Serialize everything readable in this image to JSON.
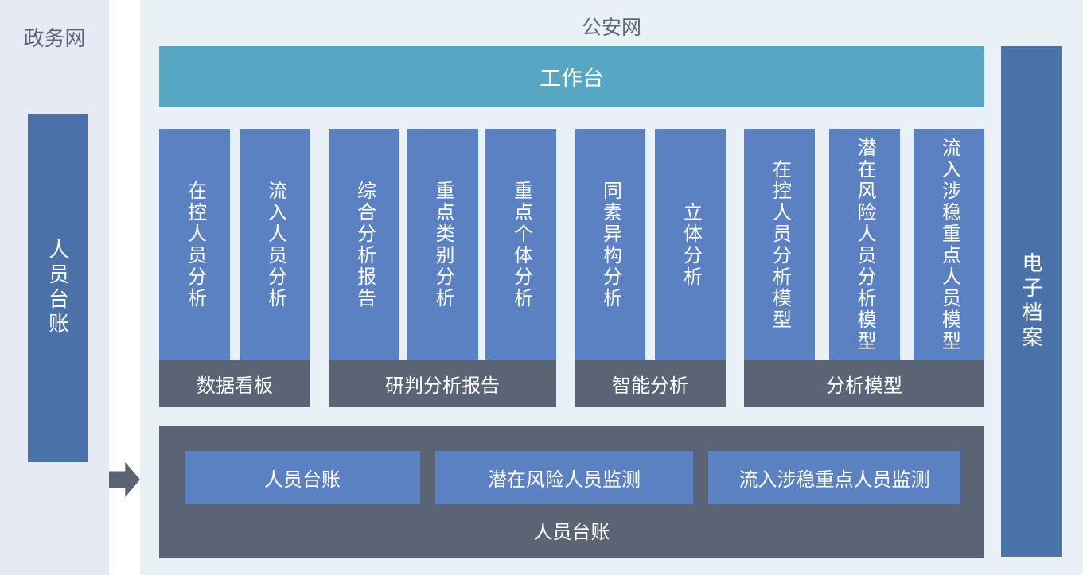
{
  "colors": {
    "left_panel_bg": "#e7eaf4",
    "main_panel_bg": "#e9f1f7",
    "module_blue": "#5b81c3",
    "side_bar_blue": "#4a71a8",
    "workbench_teal": "#57a6c3",
    "footer_gray": "#5b6474",
    "title_text_gray": "#5d6876",
    "bar_text": "#ffffff"
  },
  "left_panel": {
    "title": "政务网",
    "bar_label": "人员台账"
  },
  "arrow": {
    "icon": "arrow-right-icon"
  },
  "main_panel": {
    "title": "公安网",
    "workbench_label": "工作台",
    "groups": [
      {
        "footer": "数据看板",
        "bars": [
          "在控人员分析",
          "流入人员分析"
        ]
      },
      {
        "footer": "研判分析报告",
        "bars": [
          "综合分析报告",
          "重点类别分析",
          "重点个体分析"
        ]
      },
      {
        "footer": "智能分析",
        "bars": [
          "同素异构分析",
          "立体分析"
        ]
      },
      {
        "footer": "分析模型",
        "bars": [
          "在控人员分析模型",
          "潜在风险人员分析模型",
          "流入涉稳重点人员模型"
        ]
      }
    ],
    "right_bar_label": "电子档案",
    "bottom_box": {
      "buttons": [
        "人员台账",
        "潜在风险人员监测",
        "流入涉稳重点人员监测"
      ],
      "label": "人员台账"
    }
  }
}
